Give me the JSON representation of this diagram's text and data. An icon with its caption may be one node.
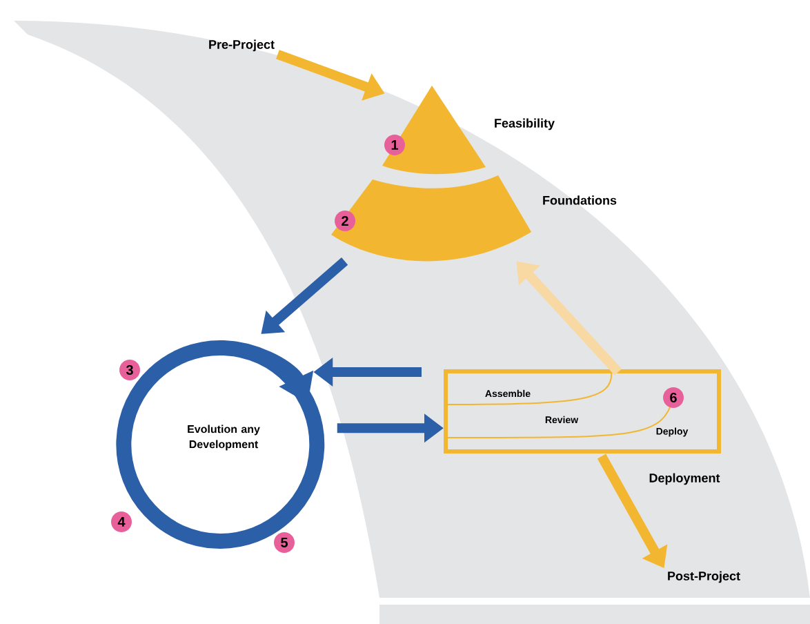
{
  "diagram": {
    "nodes": [
      {
        "text": [
          "Pre-Project"
        ]
      },
      {
        "text": [
          "Feasibility"
        ]
      },
      {
        "text": [
          "Foundations"
        ]
      },
      {
        "text": [
          "Evolution any Development"
        ]
      },
      {
        "text": [
          "Assemble",
          "Review",
          "Deploy",
          "Deployment"
        ]
      },
      {
        "text": [
          "Post-Project"
        ]
      }
    ],
    "edges": [
      {
        "from": 0,
        "to": 1,
        "arrow": "to",
        "color": "#f2b630"
      },
      {
        "from": 2,
        "to": 3,
        "arrow": "to",
        "color": "#2b5fa8"
      },
      {
        "from": 4,
        "to": 3,
        "arrow": "to",
        "color": "#2b5fa8"
      },
      {
        "from": 3,
        "to": 4,
        "arrow": "to",
        "color": "#2b5fa8"
      },
      {
        "from": 4,
        "to": 2,
        "arrow": "to",
        "color": "#f8d9a4"
      },
      {
        "from": 4,
        "to": 5,
        "arrow": "to",
        "color": "#f2b630"
      }
    ],
    "labels": [
      "1",
      "2",
      "3",
      "4",
      "5",
      "6"
    ]
  }
}
